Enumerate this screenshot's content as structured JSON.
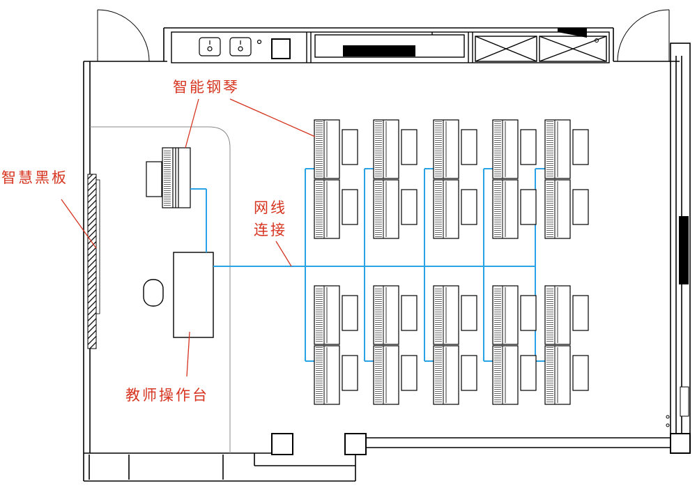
{
  "labels": {
    "smart_piano": "智能钢琴",
    "smart_blackboard": "智慧黑板",
    "network_line1": "网线",
    "network_line2": "连接",
    "teacher_console": "教师操作台"
  },
  "layout_info": {
    "student_rows": 2,
    "student_columns": 5,
    "pianos_per_station": 2
  },
  "colors": {
    "wall": "#000000",
    "network": "#29a3e6",
    "label": "#d6341f",
    "leader": "#d6341f"
  }
}
